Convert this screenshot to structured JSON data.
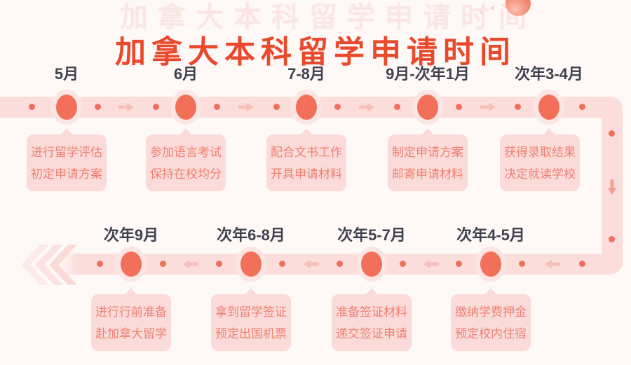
{
  "title": "加拿大本科留学申请时间",
  "colors": {
    "bg": "#FEF8F7",
    "title": "#E9492C",
    "watermark": "#F8D7D2",
    "band": "#FBDEDC",
    "halo": "#FCE6E4",
    "node": "#F2705A",
    "dot": "#F0705A",
    "arrow": "#F7BFB9",
    "arrow_down": "#F5A091",
    "month": "#3F424E",
    "box_bg": "#FBDBD9",
    "box_text": "#EE8171",
    "chevron": "#FBD9D6"
  },
  "timeline_top": {
    "direction": "left-to-right",
    "stages": [
      {
        "month": "5月",
        "line1": "进行留学评估",
        "line2": "初定申请方案"
      },
      {
        "month": "6月",
        "line1": "参加语言考试",
        "line2": "保持在校均分"
      },
      {
        "month": "7-8月",
        "line1": "配合文书工作",
        "line2": "开具申请材料"
      },
      {
        "month": "9月-次年1月",
        "line1": "制定申请方案",
        "line2": "邮寄申请材料"
      },
      {
        "month": "次年3-4月",
        "line1": "获得录取结果",
        "line2": "决定就读学校"
      }
    ]
  },
  "timeline_bottom": {
    "direction": "right-to-left",
    "stages": [
      {
        "month": "次年9月",
        "line1": "进行行前准备",
        "line2": "赴加拿大留学"
      },
      {
        "month": "次年6-8月",
        "line1": "拿到留学签证",
        "line2": "预定出国机票"
      },
      {
        "month": "次年5-7月",
        "line1": "准备签证材料",
        "line2": "递交签证申请"
      },
      {
        "month": "次年4-5月",
        "line1": "缴纳学费押金",
        "line2": "预定校内住宿"
      }
    ]
  }
}
